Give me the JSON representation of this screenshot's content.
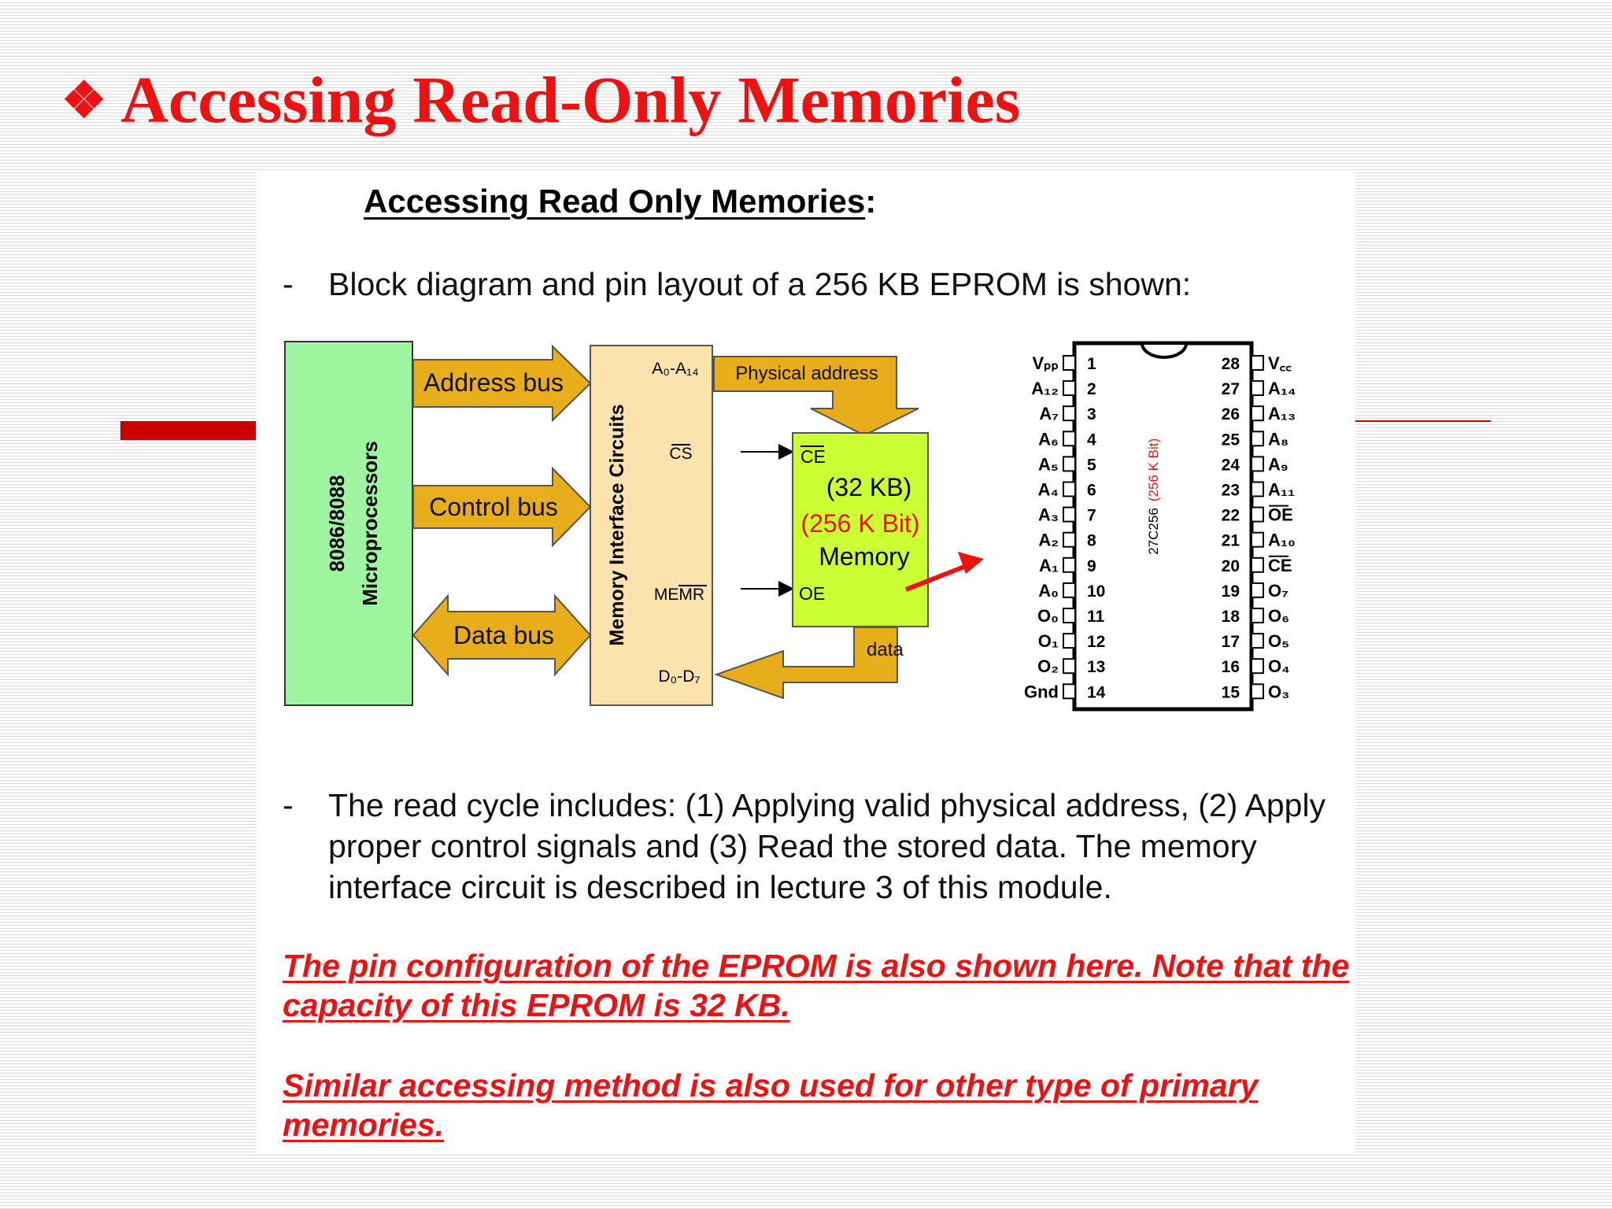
{
  "slide": {
    "bullet_glyph": "❖",
    "title": "Accessing Read-Only Memories"
  },
  "document": {
    "heading": "Accessing Read Only Memories",
    "heading_colon": ":",
    "bullet_dash": "-",
    "bullet1": "Block diagram and pin layout of a 256 KB EPROM is shown:",
    "bullet2": "The read cycle includes: (1) Applying valid physical address, (2) Apply proper control signals and (3) Read the stored data. The memory interface circuit is described in lecture 3 of this module.",
    "note1": "The pin configuration of the EPROM is also shown here. Note that the capacity of this EPROM is 32 KB.",
    "note2": "Similar accessing method is also used for other type of primary memories."
  },
  "block_diagram": {
    "microprocessor_line1": "8086/8088",
    "microprocessor_line2": "Microprocessors",
    "interface_label": "Memory Interface Circuits",
    "address_bus": "Address bus",
    "control_bus": "Control bus",
    "data_bus": "Data bus",
    "addr_pins": "A₀-A₁₄",
    "cs_pin": "CS",
    "memr_pin": "MEMR",
    "data_pins": "D₀-D₇",
    "physical_address": "Physical address",
    "data_label": "data",
    "mem_ce": "CE",
    "mem_oe": "OE",
    "mem_size_kb": "(32 KB)",
    "mem_size_bit": "(256 K Bit)",
    "mem_label": "Memory"
  },
  "chip": {
    "part_number": "27C256",
    "part_bits": "(256 K Bit)",
    "left_pins": [
      {
        "name": "Vₚₚ",
        "num": "1"
      },
      {
        "name": "A₁₂",
        "num": "2"
      },
      {
        "name": "A₇",
        "num": "3"
      },
      {
        "name": "A₆",
        "num": "4"
      },
      {
        "name": "A₅",
        "num": "5"
      },
      {
        "name": "A₄",
        "num": "6"
      },
      {
        "name": "A₃",
        "num": "7"
      },
      {
        "name": "A₂",
        "num": "8"
      },
      {
        "name": "A₁",
        "num": "9"
      },
      {
        "name": "A₀",
        "num": "10"
      },
      {
        "name": "O₀",
        "num": "11"
      },
      {
        "name": "O₁",
        "num": "12"
      },
      {
        "name": "O₂",
        "num": "13"
      },
      {
        "name": "Gnd",
        "num": "14"
      }
    ],
    "right_pins": [
      {
        "name": "V꜀꜀",
        "num": "28",
        "bar": false
      },
      {
        "name": "A₁₄",
        "num": "27",
        "bar": false
      },
      {
        "name": "A₁₃",
        "num": "26",
        "bar": false
      },
      {
        "name": "A₈",
        "num": "25",
        "bar": false
      },
      {
        "name": "A₉",
        "num": "24",
        "bar": false
      },
      {
        "name": "A₁₁",
        "num": "23",
        "bar": false
      },
      {
        "name": "OE",
        "num": "22",
        "bar": true
      },
      {
        "name": "A₁₀",
        "num": "21",
        "bar": false
      },
      {
        "name": "CE",
        "num": "20",
        "bar": true
      },
      {
        "name": "O₇",
        "num": "19",
        "bar": false
      },
      {
        "name": "O₆",
        "num": "18",
        "bar": false
      },
      {
        "name": "O₅",
        "num": "17",
        "bar": false
      },
      {
        "name": "O₄",
        "num": "16",
        "bar": false
      },
      {
        "name": "O₃",
        "num": "15",
        "bar": false
      }
    ]
  },
  "colors": {
    "title_red": "#ee1111",
    "micro_green": "#9ff59f",
    "interface_tan": "#fae3ad",
    "bus_orange": "#e8ad1a",
    "memory_lime": "#ccff33",
    "arrow_red": "#ee1111"
  }
}
